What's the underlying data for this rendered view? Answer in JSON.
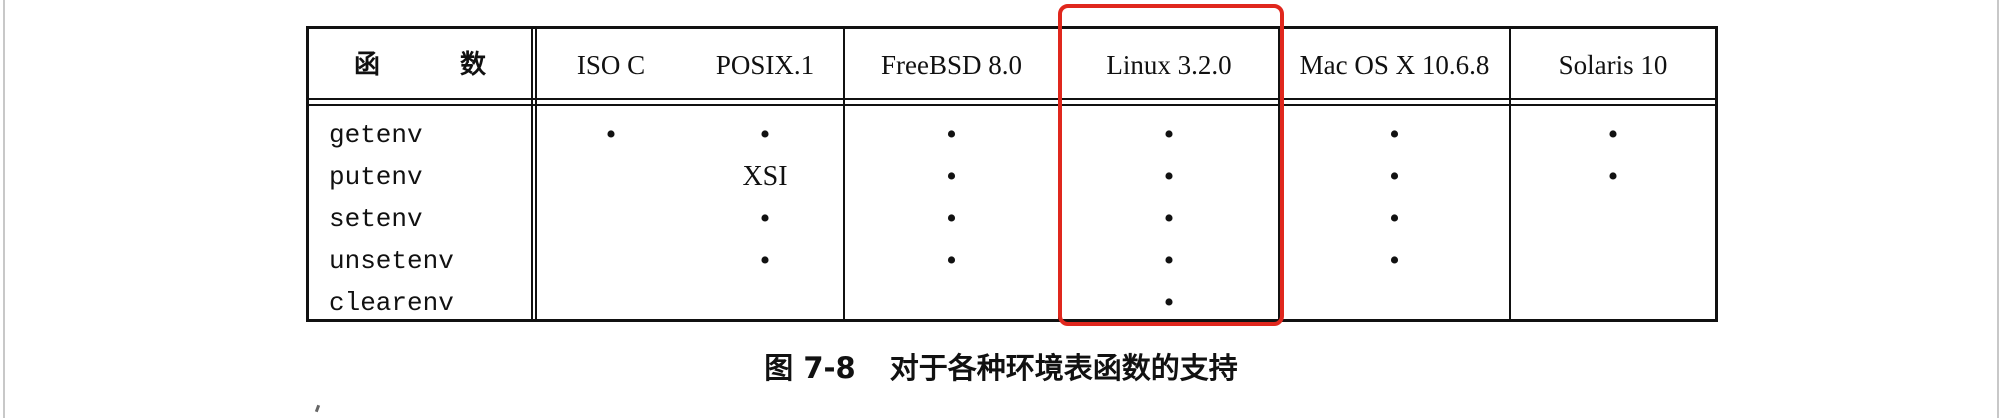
{
  "table": {
    "header": {
      "function_chars": [
        "函",
        "数"
      ],
      "columns": [
        "ISO C",
        "POSIX.1",
        "FreeBSD 8.0",
        "Linux 3.2.0",
        "Mac OS X 10.6.8",
        "Solaris 10"
      ]
    },
    "rows": [
      {
        "name": "getenv",
        "values": [
          "•",
          "•",
          "•",
          "•",
          "•",
          "•"
        ]
      },
      {
        "name": "putenv",
        "values": [
          "",
          "XSI",
          "•",
          "•",
          "•",
          "•"
        ]
      },
      {
        "name": "setenv",
        "values": [
          "",
          "•",
          "•",
          "•",
          "•",
          ""
        ]
      },
      {
        "name": "unsetenv",
        "values": [
          "",
          "•",
          "•",
          "•",
          "•",
          ""
        ]
      },
      {
        "name": "clearenv",
        "values": [
          "",
          "",
          "",
          "•",
          "",
          ""
        ]
      }
    ],
    "highlighted_column": "Linux 3.2.0",
    "highlight_color": "#e0271d"
  },
  "caption": {
    "number": "图 7-8",
    "text": "对于各种环境表函数的支持"
  }
}
